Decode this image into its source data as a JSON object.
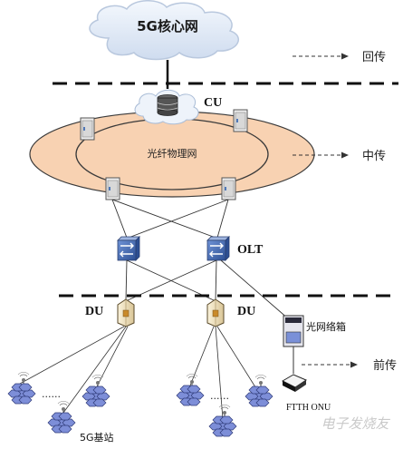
{
  "labels": {
    "core_network": "5G核心网",
    "cu": "CU",
    "fiber_network": "光纤物理网",
    "olt": "OLT",
    "du_left": "DU",
    "du_right": "DU",
    "optical_box": "光网络箱",
    "station": "5G基站",
    "ftth_onu": "FTTH ONU",
    "ellipsis_left": "......",
    "ellipsis_right": "......"
  },
  "segments": {
    "backhaul": "回传",
    "midhaul": "中传",
    "fronthaul": "前传"
  },
  "watermark": "电子发烧友",
  "colors": {
    "cloud_fill": "#e6eef8",
    "ellipse_fill": "#f8d2b2",
    "ellipse_stroke": "#3a3a3a",
    "switch_fill": "#4a73b8",
    "du_fill": "#f3e7c7",
    "hex_fill": "#7d8ed8",
    "line": "#2a2a2a"
  }
}
